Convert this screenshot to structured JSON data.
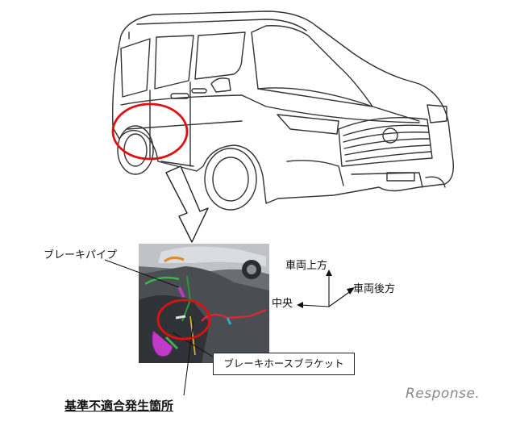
{
  "labels": {
    "brake_pipe": "ブレーキパイプ",
    "vehicle_up": "車両上方",
    "vehicle_rear": "車両後方",
    "center": "中央",
    "brake_hose_bracket": "ブレーキホースブラケット",
    "nonconformity_location": "基準不適合発生箇所"
  },
  "watermark": "Response.",
  "colors": {
    "highlight_circle": "#e01010",
    "line_art": "#333333",
    "brake_hose": "#d8283a"
  }
}
